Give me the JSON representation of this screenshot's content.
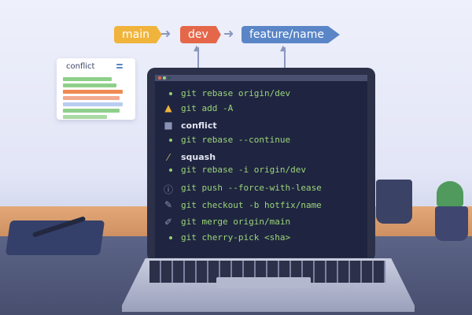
{
  "branches": [
    {
      "label": "main",
      "color": "#f0b43c"
    },
    {
      "label": "dev",
      "color": "#e5674a"
    },
    {
      "label": "feature/name",
      "color": "#5a86c8"
    }
  ],
  "conflict_card": {
    "title": "conflict"
  },
  "terminal": {
    "lines": [
      {
        "icon": "bullet",
        "text": "git rebase origin/dev"
      },
      {
        "icon": "warning-icon",
        "text": "git add -A"
      },
      {
        "icon": "briefcase-icon",
        "text": "conflict",
        "heading": true
      },
      {
        "icon": "bullet",
        "text": "git rebase --continue"
      },
      {
        "icon": "bandage-icon",
        "text": "squash",
        "heading": true
      },
      {
        "icon": "bullet",
        "text": "git rebase -i origin/dev"
      },
      {
        "icon": "alert-circle-icon",
        "text": "git push --force-with-lease"
      },
      {
        "icon": "pencil-icon",
        "text": "git checkout -b hotfix/name"
      },
      {
        "icon": "eraser-icon",
        "text": "git merge origin/main"
      },
      {
        "icon": "bullet",
        "text": "git cherry-pick <sha>"
      }
    ]
  }
}
